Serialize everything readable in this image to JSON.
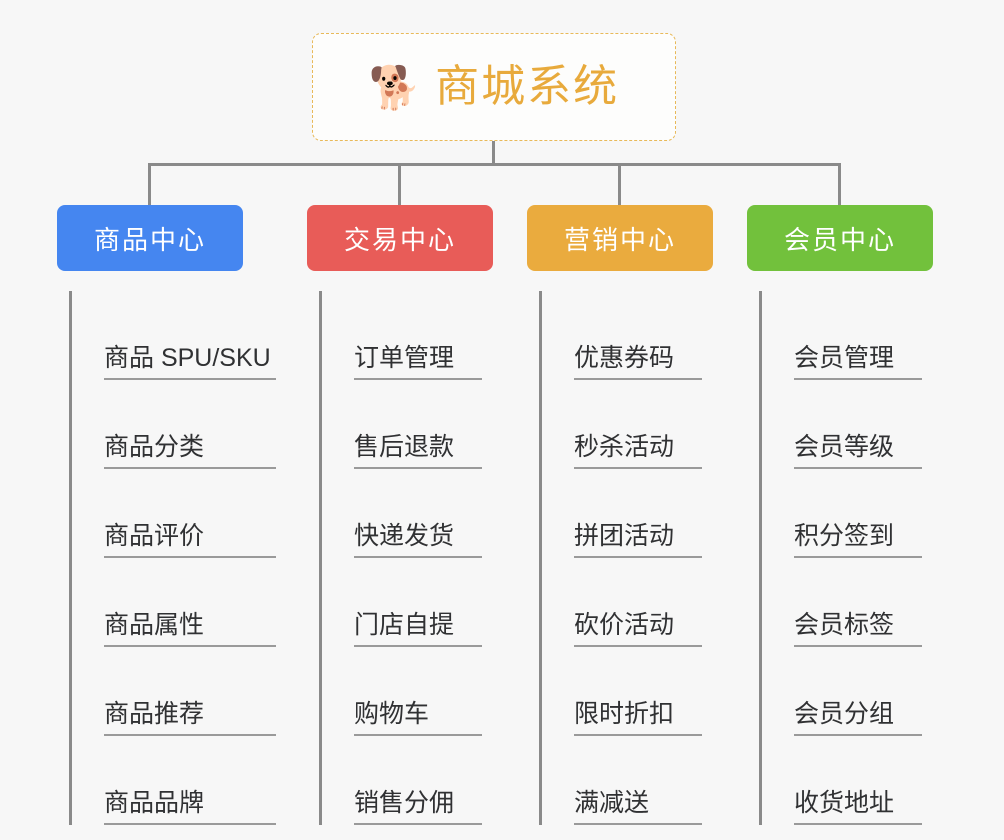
{
  "root": {
    "title": "商城系统",
    "icon": "shiba-dog-icon",
    "icon_glyph": "🐕",
    "border_color": "#e8b959",
    "text_color": "#e8aa3c"
  },
  "colors": {
    "background": "#f7f7f7",
    "connector": "#8a8a8a",
    "leaf_text": "#303133",
    "leaf_underline": "#9a9a9a"
  },
  "branches": [
    {
      "label": "商品中心",
      "color": "#4586f0",
      "items": [
        "商品 SPU/SKU",
        "商品分类",
        "商品评价",
        "商品属性",
        "商品推荐",
        "商品品牌"
      ]
    },
    {
      "label": "交易中心",
      "color": "#e85c58",
      "items": [
        "订单管理",
        "售后退款",
        "快递发货",
        "门店自提",
        "购物车",
        "销售分佣"
      ]
    },
    {
      "label": "营销中心",
      "color": "#eaab3e",
      "items": [
        "优惠券码",
        "秒杀活动",
        "拼团活动",
        "砍价活动",
        "限时折扣",
        "满减送"
      ]
    },
    {
      "label": "会员中心",
      "color": "#72c13c",
      "items": [
        "会员管理",
        "会员等级",
        "积分签到",
        "会员标签",
        "会员分组",
        "收货地址"
      ]
    }
  ]
}
